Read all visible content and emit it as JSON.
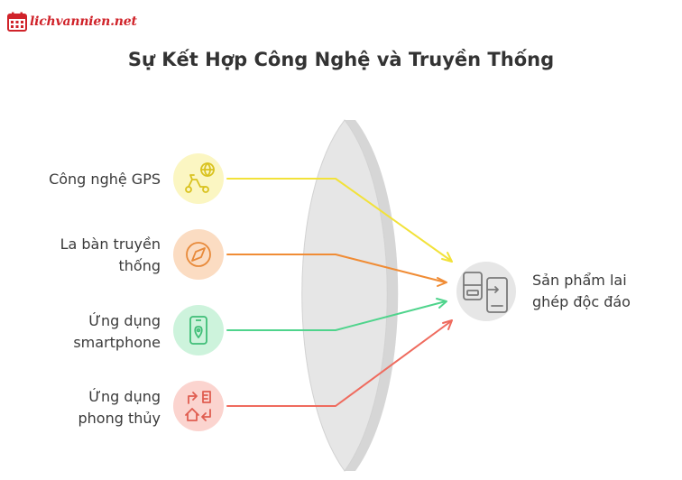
{
  "logo": {
    "text": "lichvannien.net",
    "icon": "calendar-icon"
  },
  "title": "Sự Kết Hợp Công Nghệ và Truyền Thống",
  "inputs": [
    {
      "label": "Công nghệ GPS",
      "icon": "scooter-globe-icon",
      "color": "#f2e23a",
      "fill": "#fbf6c2"
    },
    {
      "label": "La bàn truyền\nthống",
      "icon": "compass-icon",
      "color": "#f08c35",
      "fill": "#fbdcc2"
    },
    {
      "label": "Ứng dụng\nsmartphone",
      "icon": "smartphone-location-icon",
      "color": "#4fd48c",
      "fill": "#cdf3dc"
    },
    {
      "label": "Ứng dụng\nphong thủy",
      "icon": "home-arrows-icon",
      "color": "#ef6b5e",
      "fill": "#fbd4cf"
    }
  ],
  "output": {
    "label": "Sản phẩm lai\nghép độc đáo",
    "icon": "devices-sync-icon",
    "fill": "#e6e6e6"
  },
  "colors": {
    "lens": "#e4e4e4",
    "lens_edge": "#cfcfcf",
    "text": "#333333",
    "brand": "#d0232a"
  }
}
